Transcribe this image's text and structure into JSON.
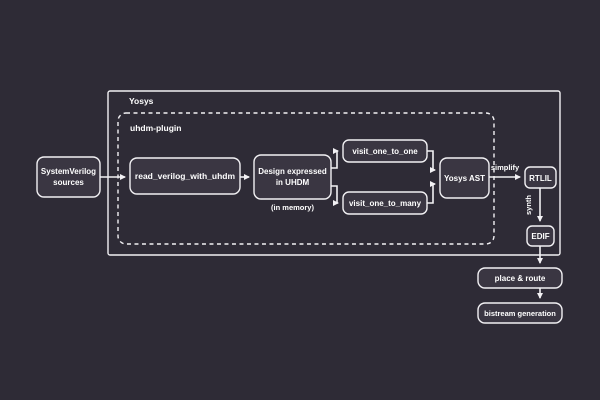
{
  "colors": {
    "background": "#2e2b36",
    "node-fill": "#3a3642",
    "line": "#f2f1f4",
    "text": "#ffffff"
  },
  "diagram": {
    "containers": {
      "yosys": {
        "label": "Yosys"
      },
      "uhdm_plugin": {
        "label": "uhdm-plugin"
      }
    },
    "nodes": {
      "systemverilog_sources": {
        "line1": "SystemVerilog",
        "line2": "sources"
      },
      "read_verilog_with_uhdm": {
        "label": "read_verilog_with_uhdm"
      },
      "design_expressed": {
        "line1": "Design expressed",
        "line2": "in UHDM",
        "note": "(in memory)"
      },
      "visit_one_to_one": {
        "label": "visit_one_to_one"
      },
      "visit_one_to_many": {
        "label": "visit_one_to_many"
      },
      "yosys_ast": {
        "label": "Yosys AST"
      },
      "rtlil": {
        "label": "RTLIL"
      },
      "edif": {
        "label": "EDIF"
      },
      "place_and_route": {
        "label": "place & route"
      },
      "bistream_generation": {
        "label": "bistream generation"
      }
    },
    "edge_labels": {
      "simplify": "simplify",
      "synth": "synth"
    }
  }
}
